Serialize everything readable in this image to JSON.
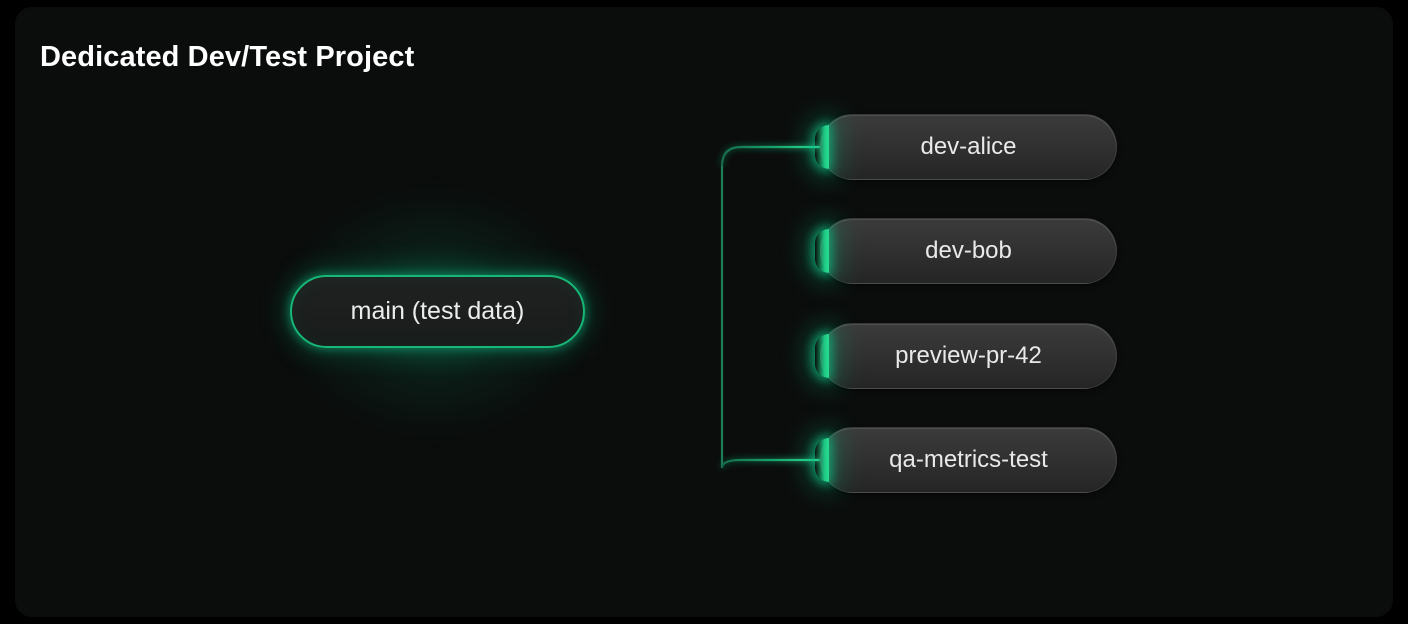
{
  "page": {
    "title": "Dedicated Dev/Test Project",
    "background_color": "#000000",
    "canvas_color": "#0b0d0c",
    "accent_color": "#10b981",
    "node_text_color": "#e9e9e9"
  },
  "diagram": {
    "type": "tree",
    "orientation": "left-to-right",
    "root": {
      "label": "main (test data)",
      "style": "accent-outline-glow",
      "border_color": "#17b877"
    },
    "branches": [
      {
        "label": "dev-alice"
      },
      {
        "label": "dev-bob"
      },
      {
        "label": "preview-pr-42"
      },
      {
        "label": "qa-metrics-test"
      }
    ],
    "connector_color": "#10b981",
    "connector_color_dim": "#1f6b49",
    "branch_count": 4
  }
}
